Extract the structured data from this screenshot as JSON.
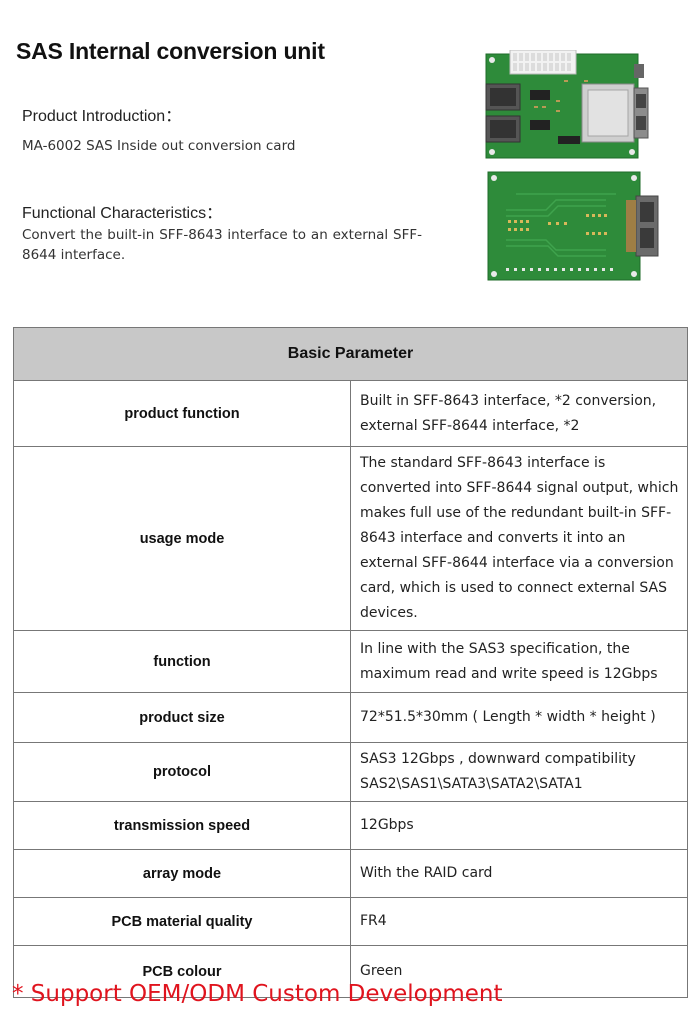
{
  "page": {
    "title": "SAS Internal conversion unit",
    "intro_heading": "Product Introduction：",
    "intro_text": "MA-6002 SAS Inside out conversion card",
    "feature_heading": "Functional Characteristics：",
    "feature_text": "Convert the built-in SFF-8643 interface to an external SFF-8644 interface."
  },
  "table": {
    "header": "Basic Parameter",
    "rows": [
      {
        "label": "product function",
        "value": "Built in SFF-8643 interface, *2 conversion, external SFF-8644 interface, *2"
      },
      {
        "label": "usage mode",
        "value": "The standard SFF-8643 interface is converted into SFF-8644 signal output, which makes full use of the redundant built-in SFF-8643 interface and converts it into an external SFF-8644 interface via a conversion card, which is used to connect external SAS devices."
      },
      {
        "label": "function",
        "value": "In line with the SAS3 specification, the maximum read and write speed is 12Gbps"
      },
      {
        "label": "product size",
        "value": "72*51.5*30mm ( Length * width * height )"
      },
      {
        "label": "protocol",
        "value": "SAS3 12Gbps , downward compatibility SAS2\\SAS1\\SATA3\\SATA2\\SATA1"
      },
      {
        "label": "transmission speed",
        "value": "12Gbps"
      },
      {
        "label": "array mode",
        "value": "With the RAID card"
      },
      {
        "label": "PCB material quality",
        "value": "FR4"
      },
      {
        "label": "PCB colour",
        "value": "Green"
      }
    ]
  },
  "footer": {
    "text": "* Support OEM/ODM Custom Development"
  },
  "colors": {
    "pcb_green": "#2e8b3a",
    "header_gray": "#c8c8c8",
    "footer_red": "#e0141e"
  },
  "images": {
    "top": "pcb-board-top-view",
    "bottom": "pcb-board-bottom-view"
  }
}
